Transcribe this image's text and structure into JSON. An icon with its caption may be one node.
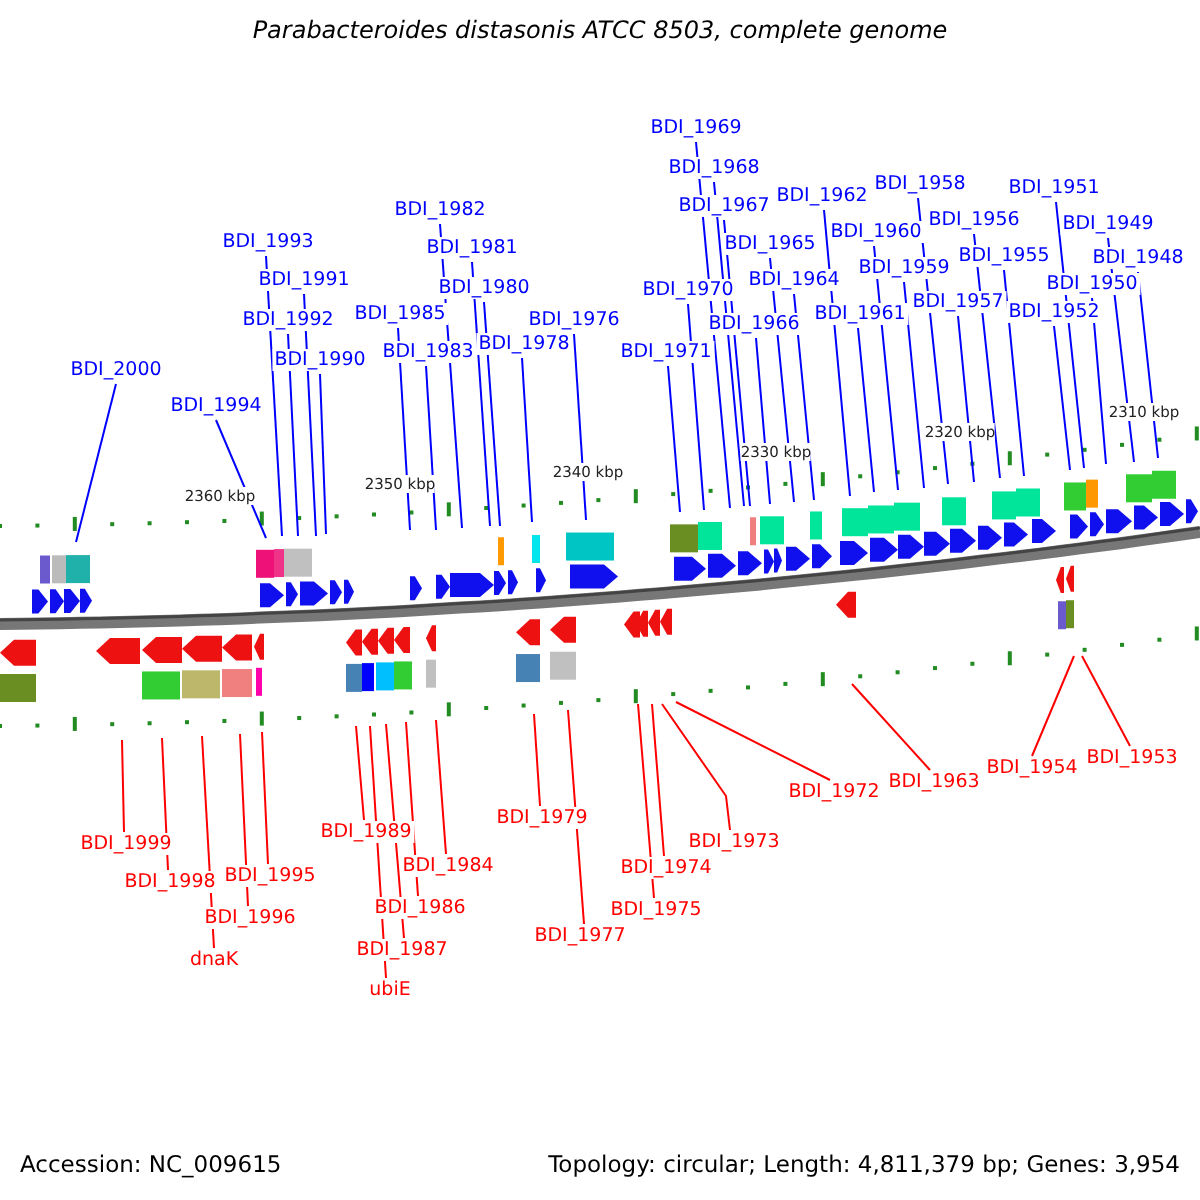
{
  "diagram": {
    "title": "Parabacteroides distasonis ATCC 8503, complete genome",
    "nodes": [
      {
        "text": [
          "BDI_2000"
        ]
      },
      {
        "text": [
          "BDI_1994"
        ]
      },
      {
        "text": [
          "BDI_1993"
        ]
      },
      {
        "text": [
          "BDI_1991"
        ]
      },
      {
        "text": [
          "BDI_1992"
        ]
      },
      {
        "text": [
          "BDI_1990"
        ]
      },
      {
        "text": [
          "BDI_1985"
        ]
      },
      {
        "text": [
          "BDI_1983"
        ]
      },
      {
        "text": [
          "BDI_1982"
        ]
      },
      {
        "text": [
          "BDI_1981"
        ]
      },
      {
        "text": [
          "BDI_1980"
        ]
      },
      {
        "text": [
          "BDI_1978"
        ]
      },
      {
        "text": [
          "BDI_1976"
        ]
      },
      {
        "text": [
          "BDI_1971"
        ]
      },
      {
        "text": [
          "BDI_1970"
        ]
      },
      {
        "text": [
          "BDI_1969"
        ]
      },
      {
        "text": [
          "BDI_1968"
        ]
      },
      {
        "text": [
          "BDI_1967"
        ]
      },
      {
        "text": [
          "BDI_1966"
        ]
      },
      {
        "text": [
          "BDI_1965"
        ]
      },
      {
        "text": [
          "BDI_1964"
        ]
      },
      {
        "text": [
          "BDI_1962"
        ]
      },
      {
        "text": [
          "BDI_1961"
        ]
      },
      {
        "text": [
          "BDI_1960"
        ]
      },
      {
        "text": [
          "BDI_1959"
        ]
      },
      {
        "text": [
          "BDI_1958"
        ]
      },
      {
        "text": [
          "BDI_1957"
        ]
      },
      {
        "text": [
          "BDI_1956"
        ]
      },
      {
        "text": [
          "BDI_1955"
        ]
      },
      {
        "text": [
          "BDI_1952"
        ]
      },
      {
        "text": [
          "BDI_1951"
        ]
      },
      {
        "text": [
          "BDI_1950"
        ]
      },
      {
        "text": [
          "BDI_1949"
        ]
      },
      {
        "text": [
          "BDI_1948"
        ]
      },
      {
        "text": [
          "BDI_1999"
        ]
      },
      {
        "text": [
          "BDI_1998"
        ]
      },
      {
        "text": [
          "BDI_1996"
        ]
      },
      {
        "text": [
          "dnaK"
        ]
      },
      {
        "text": [
          "BDI_1995"
        ]
      },
      {
        "text": [
          "BDI_1989"
        ]
      },
      {
        "text": [
          "BDI_1987"
        ]
      },
      {
        "text": [
          "ubiE"
        ]
      },
      {
        "text": [
          "BDI_1986"
        ]
      },
      {
        "text": [
          "BDI_1984"
        ]
      },
      {
        "text": [
          "BDI_1979"
        ]
      },
      {
        "text": [
          "BDI_1977"
        ]
      },
      {
        "text": [
          "BDI_1975"
        ]
      },
      {
        "text": [
          "BDI_1974"
        ]
      },
      {
        "text": [
          "BDI_1973"
        ]
      },
      {
        "text": [
          "BDI_1972"
        ]
      },
      {
        "text": [
          "BDI_1963"
        ]
      },
      {
        "text": [
          "BDI_1954"
        ]
      },
      {
        "text": [
          "BDI_1953"
        ]
      }
    ],
    "edges": [
      {
        "from": 0,
        "to": null,
        "arrow": "none"
      },
      {
        "from": 1,
        "to": null,
        "arrow": "none"
      },
      {
        "from": 2,
        "to": null,
        "arrow": "none"
      },
      {
        "from": 3,
        "to": null,
        "arrow": "none"
      },
      {
        "from": 4,
        "to": null,
        "arrow": "none"
      },
      {
        "from": 5,
        "to": null,
        "arrow": "none"
      },
      {
        "from": 6,
        "to": null,
        "arrow": "none"
      },
      {
        "from": 7,
        "to": null,
        "arrow": "none"
      },
      {
        "from": 8,
        "to": null,
        "arrow": "none"
      },
      {
        "from": 9,
        "to": null,
        "arrow": "none"
      },
      {
        "from": 10,
        "to": null,
        "arrow": "none"
      },
      {
        "from": 11,
        "to": null,
        "arrow": "none"
      },
      {
        "from": 12,
        "to": null,
        "arrow": "none"
      },
      {
        "from": 13,
        "to": null,
        "arrow": "none"
      },
      {
        "from": 14,
        "to": null,
        "arrow": "none"
      },
      {
        "from": 15,
        "to": null,
        "arrow": "none"
      },
      {
        "from": 16,
        "to": null,
        "arrow": "none"
      },
      {
        "from": 17,
        "to": null,
        "arrow": "none"
      },
      {
        "from": 18,
        "to": null,
        "arrow": "none"
      },
      {
        "from": 19,
        "to": null,
        "arrow": "none"
      },
      {
        "from": 20,
        "to": null,
        "arrow": "none"
      },
      {
        "from": 21,
        "to": null,
        "arrow": "none"
      },
      {
        "from": 22,
        "to": null,
        "arrow": "none"
      },
      {
        "from": 23,
        "to": null,
        "arrow": "none"
      },
      {
        "from": 24,
        "to": null,
        "arrow": "none"
      },
      {
        "from": 25,
        "to": null,
        "arrow": "none"
      },
      {
        "from": 26,
        "to": null,
        "arrow": "none"
      },
      {
        "from": 27,
        "to": null,
        "arrow": "none"
      },
      {
        "from": 28,
        "to": null,
        "arrow": "none"
      },
      {
        "from": 29,
        "to": null,
        "arrow": "none"
      },
      {
        "from": 30,
        "to": null,
        "arrow": "none"
      },
      {
        "from": 31,
        "to": null,
        "arrow": "none"
      },
      {
        "from": 32,
        "to": null,
        "arrow": "none"
      },
      {
        "from": 33,
        "to": null,
        "arrow": "none"
      },
      {
        "from": 34,
        "to": null,
        "arrow": "none",
        "color": "#ff0000"
      },
      {
        "from": 35,
        "to": null,
        "arrow": "none",
        "color": "#ff0000"
      },
      {
        "from": 36,
        "to": null,
        "arrow": "none",
        "color": "#ff0000"
      },
      {
        "from": 37,
        "to": null,
        "arrow": "none",
        "color": "#ff0000"
      },
      {
        "from": 38,
        "to": null,
        "arrow": "none",
        "color": "#ff0000"
      },
      {
        "from": 39,
        "to": null,
        "arrow": "none",
        "color": "#ff0000"
      },
      {
        "from": 40,
        "to": null,
        "arrow": "none",
        "color": "#ff0000"
      },
      {
        "from": 41,
        "to": null,
        "arrow": "none",
        "color": "#ff0000"
      },
      {
        "from": 42,
        "to": null,
        "arrow": "none",
        "color": "#ff0000"
      },
      {
        "from": 43,
        "to": null,
        "arrow": "none",
        "color": "#ff0000"
      },
      {
        "from": 44,
        "to": null,
        "arrow": "none",
        "color": "#ff0000"
      },
      {
        "from": 45,
        "to": null,
        "arrow": "none",
        "color": "#ff0000"
      },
      {
        "from": 46,
        "to": null,
        "arrow": "none",
        "color": "#ff0000"
      },
      {
        "from": 47,
        "to": null,
        "arrow": "none",
        "color": "#ff0000"
      },
      {
        "from": 48,
        "to": null,
        "arrow": "none",
        "color": "#ff0000"
      },
      {
        "from": 49,
        "to": null,
        "arrow": "none",
        "color": "#ff0000"
      },
      {
        "from": 50,
        "to": null,
        "arrow": "none",
        "color": "#ff0000"
      },
      {
        "from": 51,
        "to": null,
        "arrow": "none",
        "color": "#ff0000"
      },
      {
        "from": 52,
        "to": null,
        "arrow": "none",
        "color": "#ff0000"
      }
    ],
    "labels": [
      "2360 kbp",
      "2350 kbp",
      "2340 kbp",
      "2330 kbp",
      "2320 kbp",
      "2310 kbp",
      "Accession: NC_009615",
      "Topology: circular; Length: 4,811,379 bp; Genes: 3,954"
    ]
  }
}
